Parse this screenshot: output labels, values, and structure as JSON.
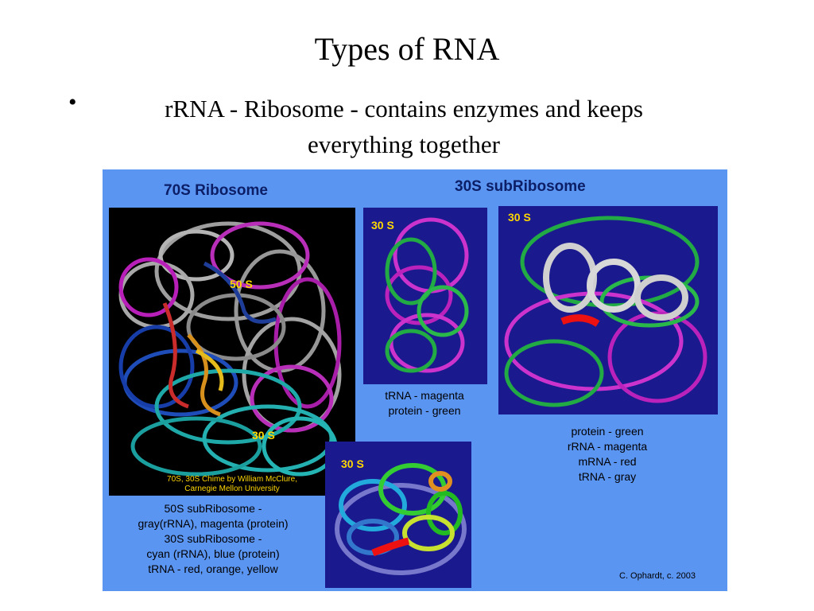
{
  "slide": {
    "title": "Types of RNA",
    "bullet_symbol": "•",
    "bullet_line1": "rRNA - Ribosome - contains enzymes and keeps",
    "bullet_line2": "everything together"
  },
  "figure": {
    "left_title": "70S Ribosome",
    "right_title": "30S subRibosome",
    "label_50s": "50 S",
    "label_30s": "30 S",
    "credit_line1": "70S, 30S Chime by William McClure,",
    "credit_line2": "Carnegie Mellon University",
    "left_caption": [
      "50S subRibosome -",
      "gray(rRNA), magenta (protein)",
      "30S subRibosome -",
      "cyan (rRNA), blue (protein)",
      "tRNA - red, orange, yellow"
    ],
    "mid_caption": [
      "tRNA - magenta",
      "protein - green"
    ],
    "right_caption": [
      "protein - green",
      "rRNA - magenta",
      "mRNA - red",
      "tRNA - gray"
    ],
    "copyright": "C. Ophardt, c. 2003"
  },
  "colors": {
    "panel_bg": "#5b95f2",
    "title_blue": "#0b1e66",
    "label_yellow": "#ffd700"
  }
}
